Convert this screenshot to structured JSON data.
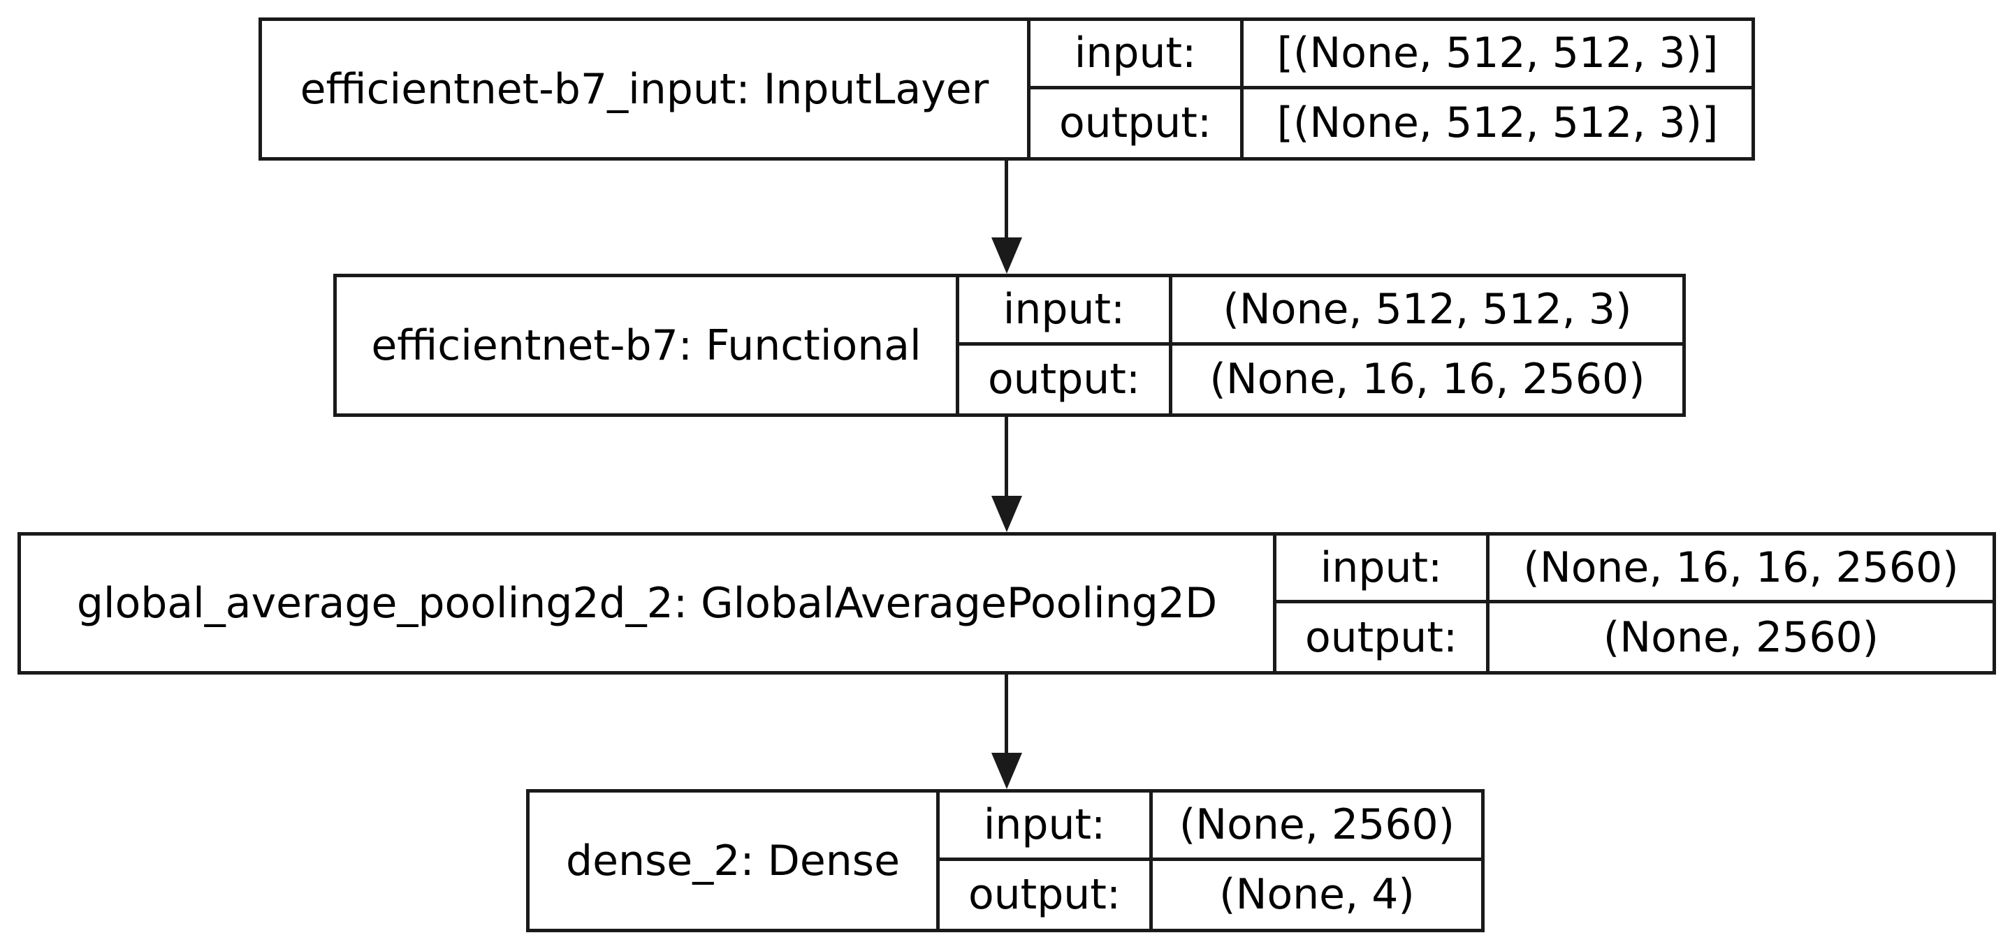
{
  "diagram": {
    "type": "keras-model-architecture",
    "colors": {
      "background": "#ffffff",
      "line": "#1a1a1a",
      "text": "#000000"
    },
    "io_labels": {
      "input": "input:",
      "output": "output:"
    },
    "nodes": [
      {
        "name": "efficientnet-b7_input: InputLayer",
        "input_shape": "[(None, 512, 512, 3)]",
        "output_shape": "[(None, 512, 512, 3)]"
      },
      {
        "name": "efficientnet-b7: Functional",
        "input_shape": "(None, 512, 512, 3)",
        "output_shape": "(None, 16, 16, 2560)"
      },
      {
        "name": "global_average_pooling2d_2: GlobalAveragePooling2D",
        "input_shape": "(None, 16, 16, 2560)",
        "output_shape": "(None, 2560)"
      },
      {
        "name": "dense_2: Dense",
        "input_shape": "(None, 2560)",
        "output_shape": "(None, 4)"
      }
    ],
    "edges": [
      {
        "from": "efficientnet-b7_input",
        "to": "efficientnet-b7"
      },
      {
        "from": "efficientnet-b7",
        "to": "global_average_pooling2d_2"
      },
      {
        "from": "global_average_pooling2d_2",
        "to": "dense_2"
      }
    ]
  }
}
